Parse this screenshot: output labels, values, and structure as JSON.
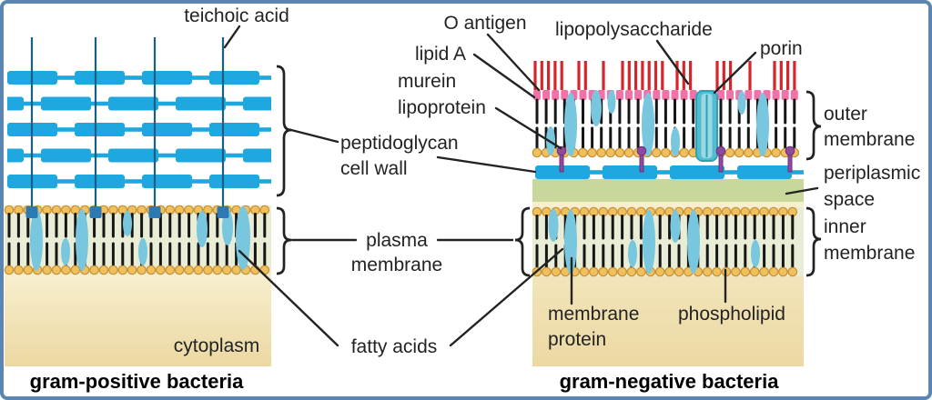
{
  "figure_titles": {
    "left": "gram-positive bacteria",
    "right": "gram-negative bacteria"
  },
  "labels": {
    "teichoic_acid": "teichoic acid",
    "peptidoglycan_1": "peptidoglycan",
    "peptidoglycan_2": "cell wall",
    "plasma_1": "plasma",
    "plasma_2": "membrane",
    "fatty_acids": "fatty acids",
    "cytoplasm": "cytoplasm",
    "o_antigen": "O antigen",
    "lipid_a": "lipid A",
    "murein_1": "murein",
    "murein_2": "lipoprotein",
    "lipopolysaccharide": "lipopolysaccharide",
    "porin": "porin",
    "outer_membrane_1": "outer",
    "outer_membrane_2": "membrane",
    "periplasmic_1": "periplasmic",
    "periplasmic_2": "space",
    "inner_membrane_1": "inner",
    "inner_membrane_2": "membrane",
    "membrane_protein_1": "membrane",
    "membrane_protein_2": "protein",
    "phospholipid": "phospholipid"
  },
  "colors": {
    "frame_border": "#5C85B2",
    "label_text": "#232323",
    "peptidoglycan": "#1FA7E0",
    "teichoic_line": "#1B5E84",
    "teichoic_cap": "#2C79B3",
    "head_gold": "#EFC05C",
    "head_gold_stroke": "#C89035",
    "tail_black": "#161616",
    "protein_blue": "#79C7DE",
    "membrane_bg": "#EAEDD5",
    "cytoplasm_top": "#F7EFCE",
    "cytoplasm_bottom": "#ECD8A2",
    "periplasm_green": "#C8D89B",
    "o_antigen_red": "#D6262C",
    "lipid_a_pink": "#F272A8",
    "porin_teal": "#53BDD0",
    "porin_edge": "#2FA0B6",
    "lipoprotein_purple": "#8E4A9E"
  }
}
